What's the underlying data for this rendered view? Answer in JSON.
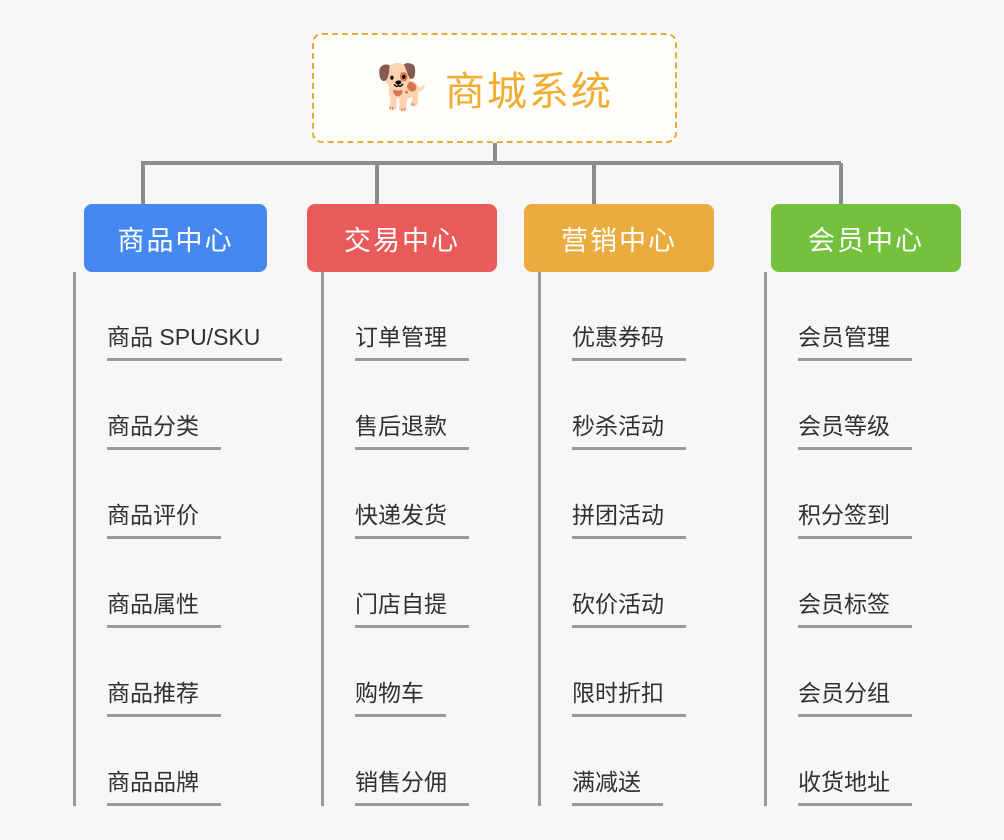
{
  "root": {
    "icon": "shiba-dog-face-emoji",
    "icon_glyph": "🐕",
    "title": "商城系统",
    "border_color": "#e8a83a",
    "title_color": "#f0ad32"
  },
  "canvas": {
    "background_color": "#f7f7f7",
    "connector_color": "#8c8c8c"
  },
  "branches": [
    {
      "label": "商品中心",
      "color": "#4589f0",
      "items": [
        "商品 SPU/SKU",
        "商品分类",
        "商品评价",
        "商品属性",
        "商品推荐",
        "商品品牌"
      ]
    },
    {
      "label": "交易中心",
      "color": "#e95b5b",
      "items": [
        "订单管理",
        "售后退款",
        "快递发货",
        "门店自提",
        "购物车",
        "销售分佣"
      ]
    },
    {
      "label": "营销中心",
      "color": "#eaac3f",
      "items": [
        "优惠券码",
        "秒杀活动",
        "拼团活动",
        "砍价活动",
        "限时折扣",
        "满减送"
      ]
    },
    {
      "label": "会员中心",
      "color": "#73c13d",
      "items": [
        "会员管理",
        "会员等级",
        "积分签到",
        "会员标签",
        "会员分组",
        "收货地址"
      ]
    }
  ]
}
